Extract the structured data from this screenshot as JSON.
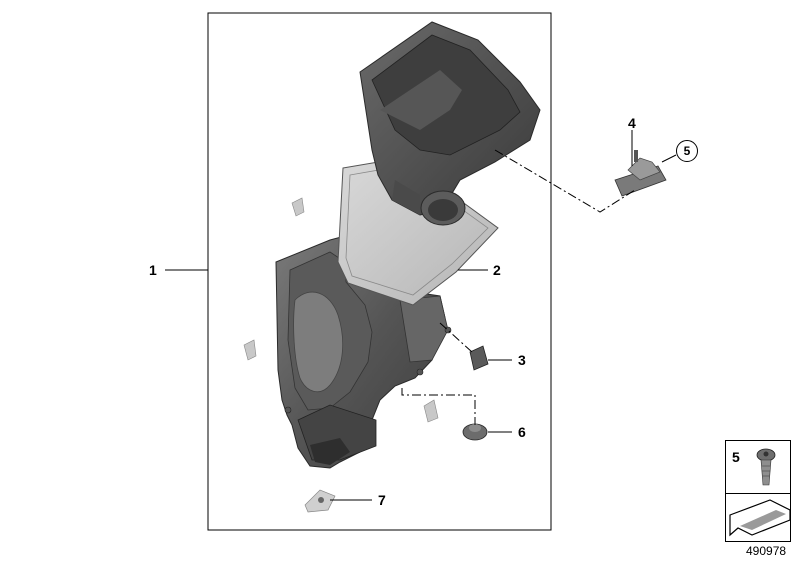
{
  "diagram": {
    "callouts": [
      {
        "id": "1",
        "label": "1"
      },
      {
        "id": "2",
        "label": "2"
      },
      {
        "id": "3",
        "label": "3"
      },
      {
        "id": "4",
        "label": "4"
      },
      {
        "id": "5",
        "label": "5"
      },
      {
        "id": "6",
        "label": "6"
      },
      {
        "id": "7",
        "label": "7"
      }
    ],
    "legend": {
      "part_number": "5"
    },
    "image_number": "490978"
  },
  "colors": {
    "line": "#000000",
    "part_dark": "#4a4a4a",
    "part_mid": "#6e6e6e",
    "part_light": "#a8a8a8",
    "filter": "#c9c9c9"
  }
}
